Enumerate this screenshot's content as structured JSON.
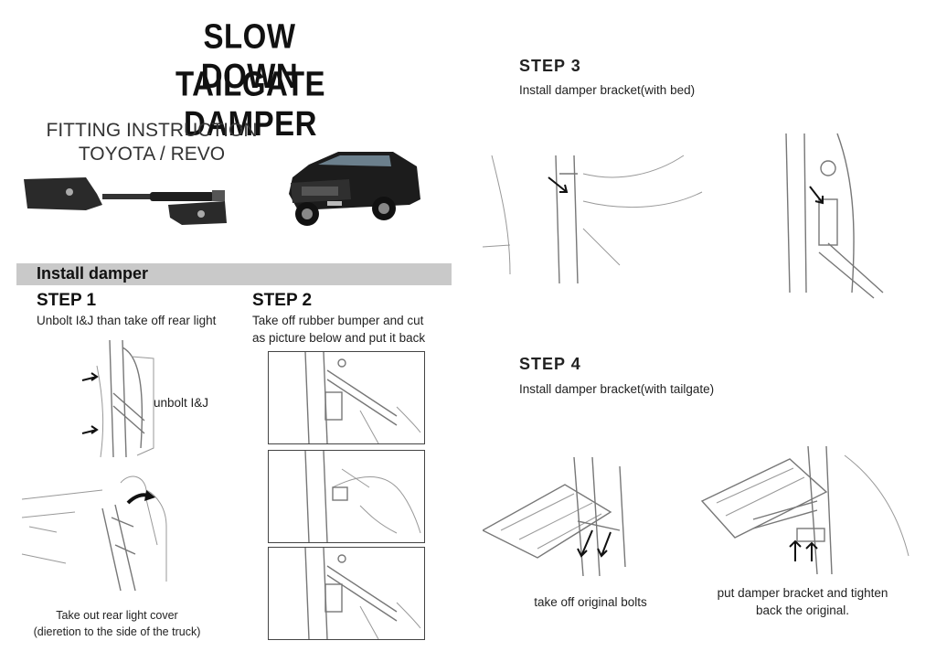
{
  "header": {
    "title_line1": "SLOW DOWN",
    "title_line2": "TAILGATE DAMPER",
    "subtitle_line1": "FITTING INSTRUCTION",
    "subtitle_line2": "TOYOTA / REVO"
  },
  "section": {
    "banner": "Install damper"
  },
  "step1": {
    "heading": "STEP 1",
    "text": "Unbolt I&J than take off rear light",
    "callout": "unbolt I&J",
    "caption_line1": "Take out rear light cover",
    "caption_line2": "(dieretion to the side of the truck)"
  },
  "step2": {
    "heading": "STEP 2",
    "text_line1": "Take off rubber bumper and cut",
    "text_line2": "as picture below and put it back"
  },
  "step3": {
    "heading": "STEP 3",
    "text": "Install damper bracket(with bed)"
  },
  "step4": {
    "heading": "STEP 4",
    "text": "Install damper bracket(with tailgate)",
    "caption_left": "take off original bolts",
    "caption_right_line1": "put damper bracket and tighten",
    "caption_right_line2": "back the original."
  },
  "colors": {
    "banner": "#c9c9c9",
    "truck": "#1c1c1c",
    "text": "#222222"
  }
}
